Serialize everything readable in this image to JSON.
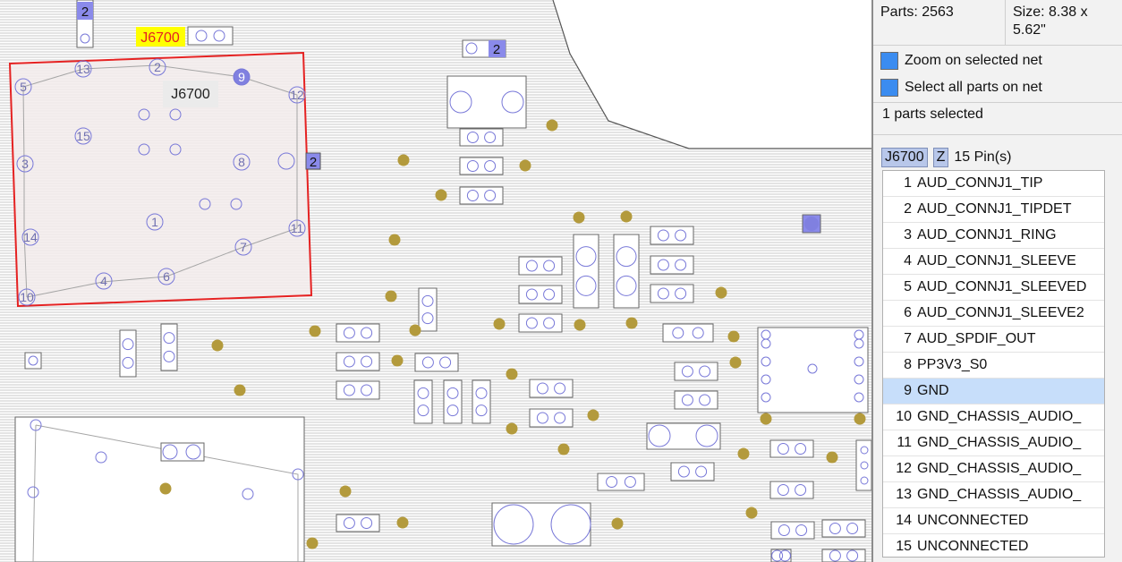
{
  "board": {
    "highlight_label": "J6700",
    "part_label": "J6700",
    "pins": [
      {
        "n": "1"
      },
      {
        "n": "2"
      },
      {
        "n": "3"
      },
      {
        "n": "4"
      },
      {
        "n": "5"
      },
      {
        "n": "6"
      },
      {
        "n": "7"
      },
      {
        "n": "8"
      },
      {
        "n": "9"
      },
      {
        "n": "10"
      },
      {
        "n": "11"
      },
      {
        "n": "12"
      },
      {
        "n": "13"
      },
      {
        "n": "14"
      },
      {
        "n": "15"
      }
    ],
    "net_badge": "2",
    "colors": {
      "outline_red": "#e52222",
      "pin_blue": "#7878d8",
      "via_gold": "#b39a3c",
      "highlight_yellow": "#ffff00",
      "selected_pad": "#8a8aea",
      "hatch": "#c9c9c9"
    }
  },
  "panel": {
    "parts": "Parts: 2563",
    "size": "Size: 8.38 x 5.62\"",
    "zoom_label": "Zoom on selected net",
    "zoom_checked": true,
    "selectall_label": "Select all parts on net",
    "selectall_checked": true,
    "selected_count": "1 parts selected",
    "part_name": "J6700",
    "side": "Z",
    "pin_count": "15 Pin(s)",
    "selected_pin": "9",
    "pins": [
      {
        "num": "1",
        "net": "AUD_CONNJ1_TIP"
      },
      {
        "num": "2",
        "net": "AUD_CONNJ1_TIPDET"
      },
      {
        "num": "3",
        "net": "AUD_CONNJ1_RING"
      },
      {
        "num": "4",
        "net": "AUD_CONNJ1_SLEEVE"
      },
      {
        "num": "5",
        "net": "AUD_CONNJ1_SLEEVED"
      },
      {
        "num": "6",
        "net": "AUD_CONNJ1_SLEEVE2"
      },
      {
        "num": "7",
        "net": "AUD_SPDIF_OUT"
      },
      {
        "num": "8",
        "net": "PP3V3_S0"
      },
      {
        "num": "9",
        "net": "GND"
      },
      {
        "num": "10",
        "net": "GND_CHASSIS_AUDIO_"
      },
      {
        "num": "11",
        "net": "GND_CHASSIS_AUDIO_"
      },
      {
        "num": "12",
        "net": "GND_CHASSIS_AUDIO_"
      },
      {
        "num": "13",
        "net": "GND_CHASSIS_AUDIO_"
      },
      {
        "num": "14",
        "net": "UNCONNECTED"
      },
      {
        "num": "15",
        "net": "UNCONNECTED"
      }
    ]
  }
}
